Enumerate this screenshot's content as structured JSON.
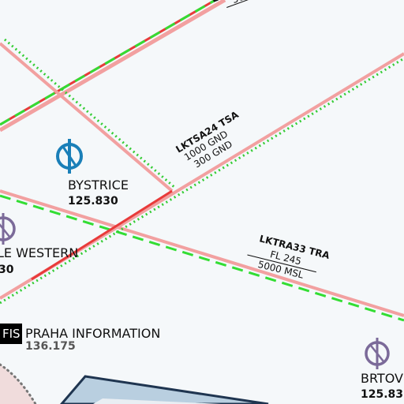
{
  "colors": {
    "background": "#f5f8fa",
    "boundary_pink": "#f2a0a0",
    "boundary_red": "#e83a3a",
    "dashed_green": "#33dd33",
    "dotted_green": "#33cc33",
    "airport_blue": "#1a7fb8",
    "airport_purple": "#7b6a99",
    "fis_badge": "#000000",
    "controlled_zone": "#b9cfe0"
  },
  "airports": [
    {
      "name": "BYSTRICE",
      "freq": "125.830",
      "icon": "airport-symbol-icon",
      "color": "airport_blue"
    },
    {
      "name": "LE WESTERN",
      "freq": "30",
      "icon": "airport-symbol-icon",
      "color": "airport_purple"
    },
    {
      "name": "BRTOV",
      "freq": "125.83",
      "icon": "airport-symbol-icon",
      "color": "airport_purple"
    }
  ],
  "airspaces": [
    {
      "id": "LKTSA24 TSA",
      "upper": "1000 GND",
      "lower": "300 GND"
    },
    {
      "id": "LKTRA33 TRA",
      "upper": "FL 245",
      "lower": "5000 MSL"
    },
    {
      "id_partial": "L",
      "lower": "5000"
    }
  ],
  "fis": {
    "badge": "FIS",
    "name": "PRAHA INFORMATION",
    "freq": "136.175"
  }
}
